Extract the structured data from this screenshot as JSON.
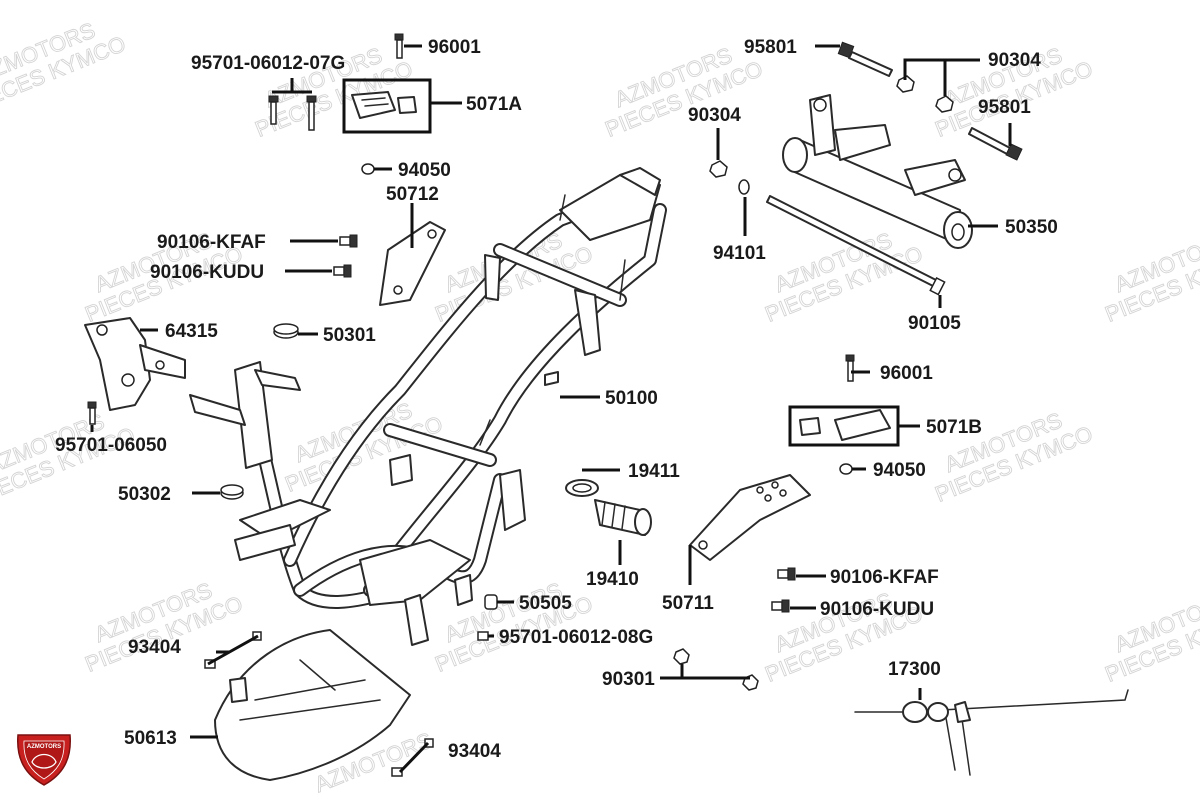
{
  "watermark": {
    "line1": "AZMOTORS",
    "line2": "PIECES KYMCO"
  },
  "logo": {
    "text": "AZMOTORS",
    "color": "#c8201e"
  },
  "callouts": [
    {
      "id": "c1",
      "label": "96001"
    },
    {
      "id": "c2",
      "label": "95701-06012-07G"
    },
    {
      "id": "c3",
      "label": "5071A"
    },
    {
      "id": "c4",
      "label": "94050"
    },
    {
      "id": "c5",
      "label": "50712"
    },
    {
      "id": "c6",
      "label": "90106-KFAF"
    },
    {
      "id": "c7",
      "label": "90106-KUDU"
    },
    {
      "id": "c8",
      "label": "64315"
    },
    {
      "id": "c9",
      "label": "50301"
    },
    {
      "id": "c10",
      "label": "95701-06050"
    },
    {
      "id": "c11",
      "label": "50302"
    },
    {
      "id": "c12",
      "label": "50100"
    },
    {
      "id": "c13",
      "label": "19411"
    },
    {
      "id": "c14",
      "label": "19410"
    },
    {
      "id": "c15",
      "label": "50711"
    },
    {
      "id": "c16",
      "label": "50505"
    },
    {
      "id": "c17",
      "label": "95701-06012-08G"
    },
    {
      "id": "c18",
      "label": "93404"
    },
    {
      "id": "c19",
      "label": "50613"
    },
    {
      "id": "c20",
      "label": "93404"
    },
    {
      "id": "c21",
      "label": "95801"
    },
    {
      "id": "c22",
      "label": "90304"
    },
    {
      "id": "c23",
      "label": "95801"
    },
    {
      "id": "c24",
      "label": "90304"
    },
    {
      "id": "c25",
      "label": "94101"
    },
    {
      "id": "c26",
      "label": "50350"
    },
    {
      "id": "c27",
      "label": "90105"
    },
    {
      "id": "c28",
      "label": "96001"
    },
    {
      "id": "c29",
      "label": "5071B"
    },
    {
      "id": "c30",
      "label": "94050"
    },
    {
      "id": "c31",
      "label": "90106-KFAF"
    },
    {
      "id": "c32",
      "label": "90106-KUDU"
    },
    {
      "id": "c33",
      "label": "90301"
    },
    {
      "id": "c34",
      "label": "17300"
    }
  ]
}
